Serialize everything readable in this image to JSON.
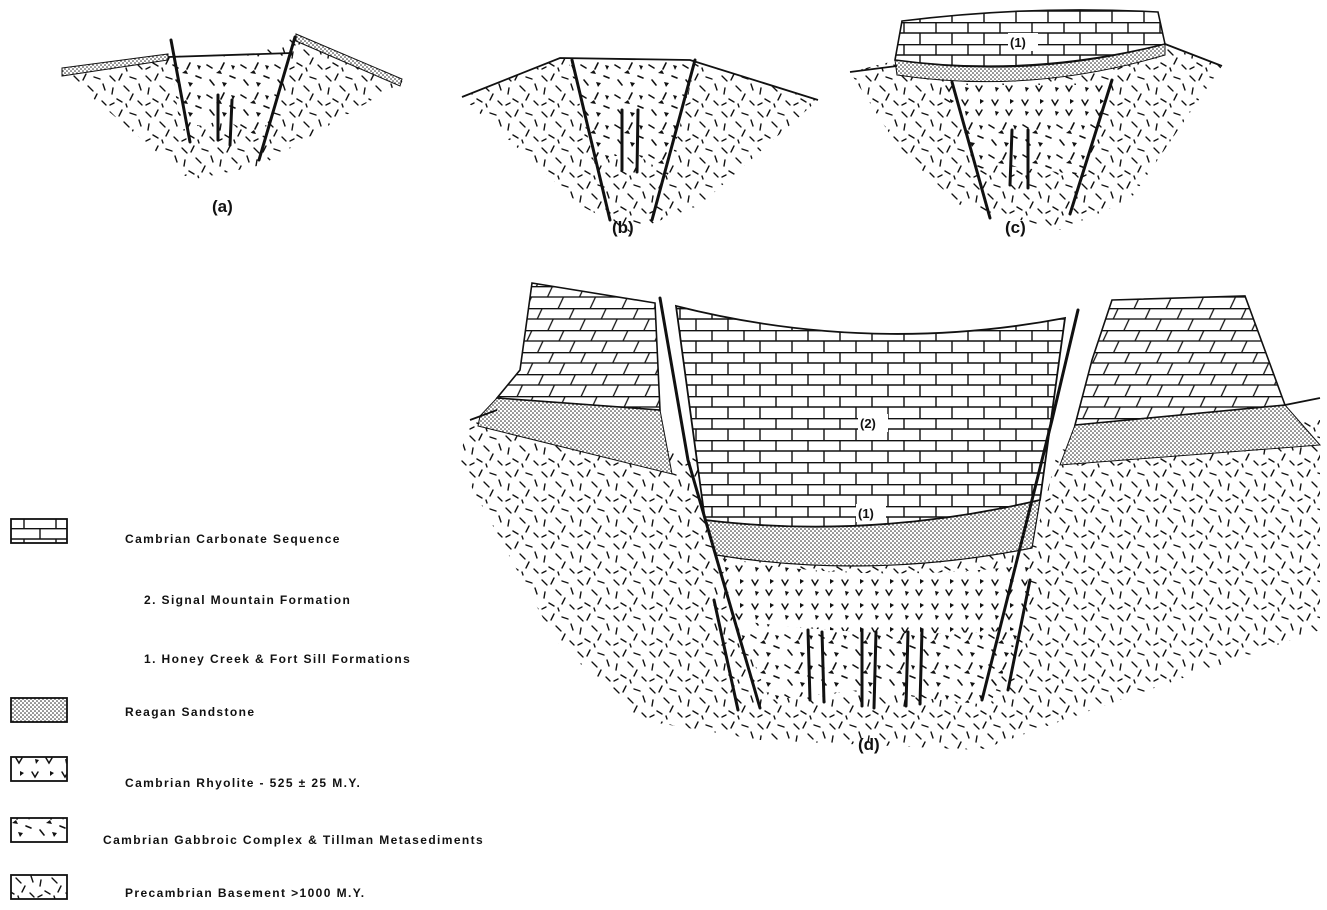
{
  "panels": {
    "a": "(a)",
    "b": "(b)",
    "c": "(c)",
    "d": "(d)"
  },
  "unit_labels": {
    "c_unit1": "(1)",
    "d_unit2": "(2)",
    "d_unit1": "(1)"
  },
  "legend": [
    {
      "pattern": "carbonate",
      "text": "Cambrian Carbonate Sequence"
    },
    {
      "pattern": "none",
      "text": "2. Signal Mountain Formation"
    },
    {
      "pattern": "none",
      "text": "1. Honey Creek & Fort Sill Formations"
    },
    {
      "pattern": "sandstone",
      "text": "Reagan Sandstone"
    },
    {
      "pattern": "rhyolite",
      "text": "Cambrian Rhyolite  - 525 ± 25 M.Y."
    },
    {
      "pattern": "gabbro",
      "text": "Cambrian  Gabbroic  Complex & Tillman Metasediments"
    },
    {
      "pattern": "basement",
      "text": "Precambrian  Basement   >1000 M.Y."
    }
  ],
  "colors": {
    "ink": "#111111",
    "paper": "#ffffff"
  }
}
